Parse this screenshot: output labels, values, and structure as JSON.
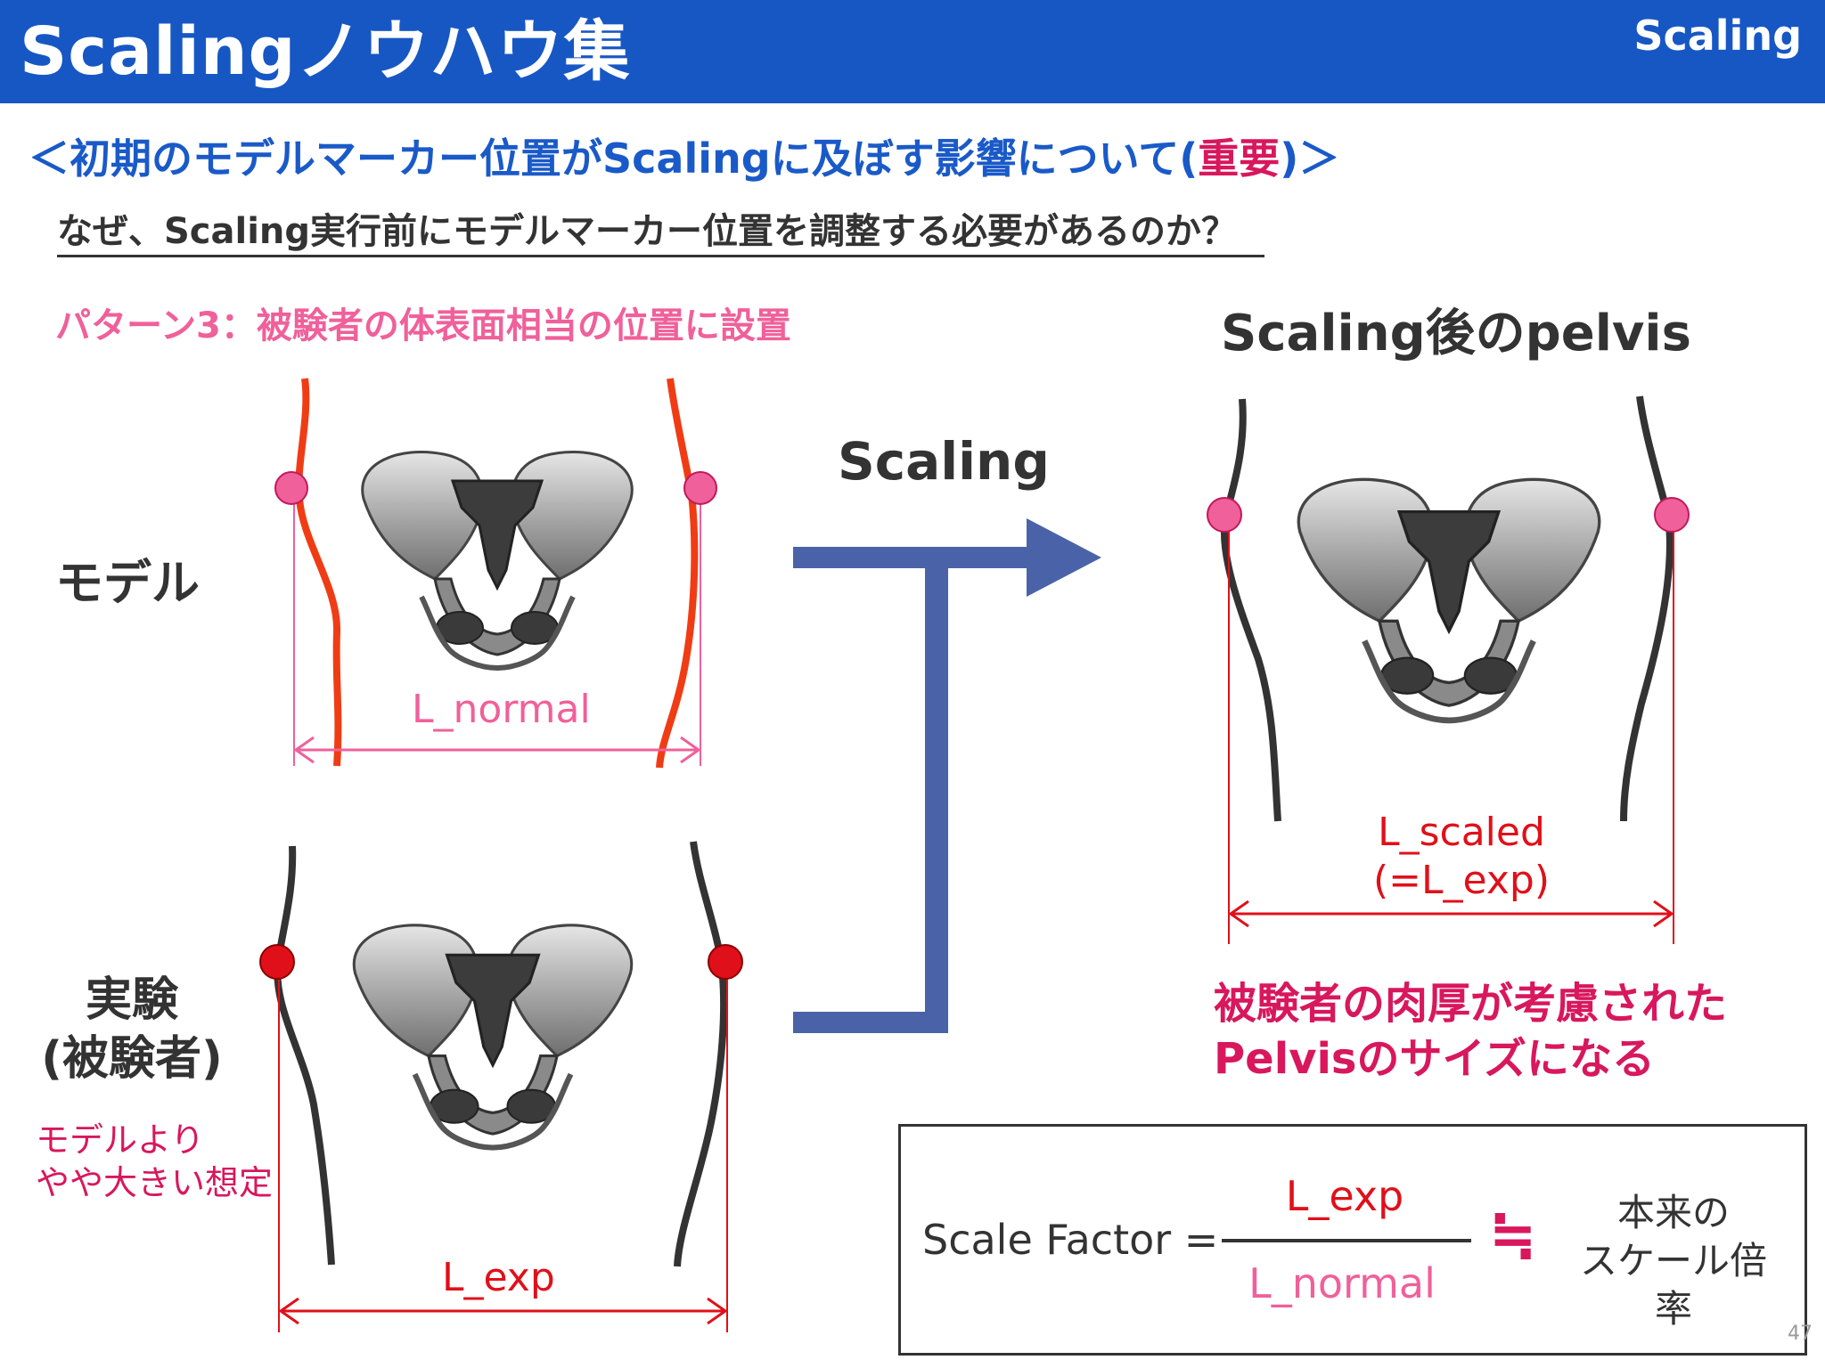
{
  "header": {
    "title": "Scalingノウハウ集",
    "tag": "Scaling"
  },
  "subtitle": {
    "prefix": "＜初期のモデルマーカー位置がScalingに及ぼす影響について(",
    "important": "重要",
    "suffix": ")＞"
  },
  "question": "なぜ、Scaling実行前にモデルマーカー位置を調整する必要があるのか？",
  "pattern": "パターン3：被験者の体表面相当の位置に設置",
  "rows": {
    "model_label": "モデル",
    "exp_label_1": "実験",
    "exp_label_2": "(被験者)",
    "exp_note_1": "モデルより",
    "exp_note_2": "やや大きい想定"
  },
  "arrow_label": "Scaling",
  "after_title": "Scaling後のpelvis",
  "dimensions": {
    "model": "L_normal",
    "exp": "L_exp",
    "scaled_1": "L_scaled",
    "scaled_2": "(=L_exp)"
  },
  "result": {
    "line1": "被験者の肉厚が考慮された",
    "line2": "Pelvisのサイズになる"
  },
  "formula": {
    "left": "Scale Factor =",
    "numerator": "L_exp",
    "denominator": "L_normal",
    "approx": "≒",
    "rhs_1": "本来の",
    "rhs_2": "スケール倍率"
  },
  "page_number": "47",
  "colors": {
    "header_bg": "#1757c4",
    "subtitle": "#1a5ac8",
    "important": "#d8175c",
    "pink": "#f0609a",
    "red": "#e0101a",
    "model_skin": "#f03c14",
    "arrow": "#4a63a8",
    "dark": "#333333"
  },
  "icons": {
    "pelvis": "pelvis-bone-icon",
    "marker": "marker-dot-icon",
    "arrow": "right-arrow-icon"
  }
}
